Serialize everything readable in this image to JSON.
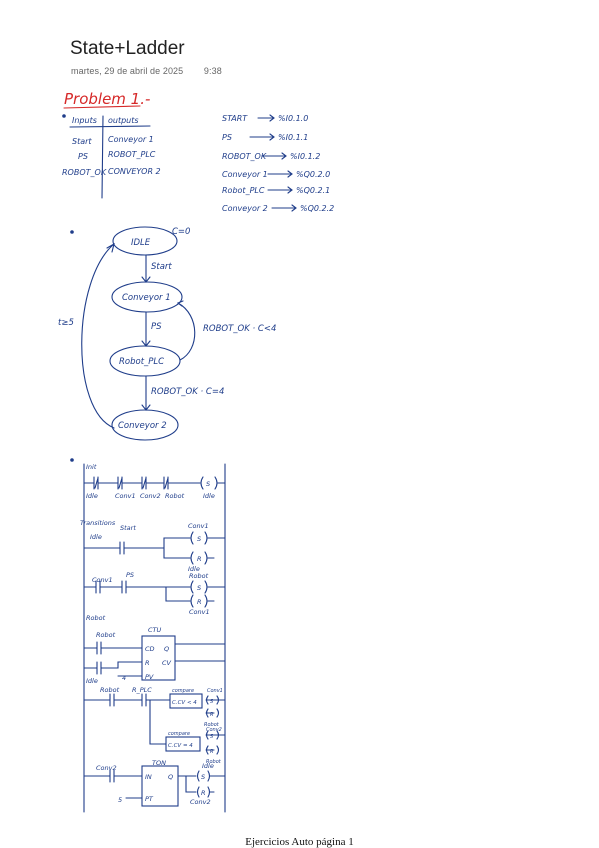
{
  "page": {
    "title": "State+Ladder",
    "date": "martes, 29 de abril de 2025",
    "time": "9:38",
    "footer": "Ejercicios Auto página 1"
  },
  "colors": {
    "ink": "#1f3d8a",
    "heading": "#d62828",
    "text": "#222222",
    "meta": "#666666"
  },
  "problem": {
    "heading": "Problem 1.-"
  },
  "io_table": {
    "headers": [
      "Inputs",
      "outputs"
    ],
    "inputs": [
      "Start",
      "PS",
      "ROBOT_OK"
    ],
    "outputs": [
      "Conveyor 1",
      "ROBOT_PLC",
      "CONVEYOR 2"
    ]
  },
  "address_map": [
    {
      "signal": "START",
      "address": "%I0.1.0"
    },
    {
      "signal": "PS",
      "address": "%I0.1.1"
    },
    {
      "signal": "ROBOT_OK",
      "address": "%I0.1.2"
    },
    {
      "signal": "Conveyor 1",
      "address": "%Q0.2.0"
    },
    {
      "signal": "Robot_PLC",
      "address": "%Q0.2.1"
    },
    {
      "signal": "Conveyor 2",
      "address": "%Q0.2.2"
    }
  ],
  "state_diagram": {
    "states": [
      "IDLE",
      "Conveyor 1",
      "Robot_PLC",
      "Conveyor 2"
    ],
    "init_note": "C=0",
    "transitions": {
      "idle_to_conv1": "Start",
      "conv1_to_robot": "PS",
      "robot_to_conv1": "ROBOT_OK · C<4",
      "robot_to_conv2": "ROBOT_OK · C=4",
      "conv2_to_idle": "t≥5"
    }
  },
  "ladder": {
    "idle_section": "Init",
    "rung1_contacts": [
      "Idle",
      "Conv1",
      "Conv2",
      "Robot"
    ],
    "rung1_coil": {
      "type": "S",
      "label": "Idle"
    },
    "transitions_section": "Transitions",
    "rung2": {
      "contacts": [
        "Idle",
        "Start"
      ],
      "coils": [
        {
          "type": "S",
          "label": "Conv1"
        },
        {
          "type": "R",
          "label": "Idle"
        }
      ]
    },
    "rung3": {
      "contacts": [
        "Conv1",
        "PS"
      ],
      "coils": [
        {
          "type": "S",
          "label": "Robot"
        },
        {
          "type": "R",
          "label": "Conv1"
        }
      ]
    },
    "robot_section": "Robot",
    "ctu": {
      "name": "CTU",
      "cd": "CD",
      "q": "Q",
      "r": "R",
      "cv": "CV",
      "pv": "PV",
      "robot_label": "Robot",
      "idle_label": "Idle",
      "pv_value": "4"
    },
    "rung5": {
      "contacts": [
        "Robot",
        "R_PLC"
      ],
      "cmp1": "C.CV < 4",
      "cmp1_title": "compare",
      "cmp2": "C.CV = 4",
      "cmp2_title": "compare",
      "coils": [
        {
          "type": "S",
          "label": "Conv1"
        },
        {
          "type": "R",
          "label": "Robot"
        },
        {
          "type": "S",
          "label": "Conv2"
        },
        {
          "type": "R",
          "label": "Robot"
        }
      ]
    },
    "ton": {
      "name": "TON",
      "in": "IN",
      "q": "Q",
      "pt": "PT",
      "contact": "Conv2",
      "pt_value": "5",
      "coils": [
        {
          "type": "S",
          "label": "Idle"
        },
        {
          "type": "R",
          "label": "Conv2"
        }
      ]
    }
  }
}
